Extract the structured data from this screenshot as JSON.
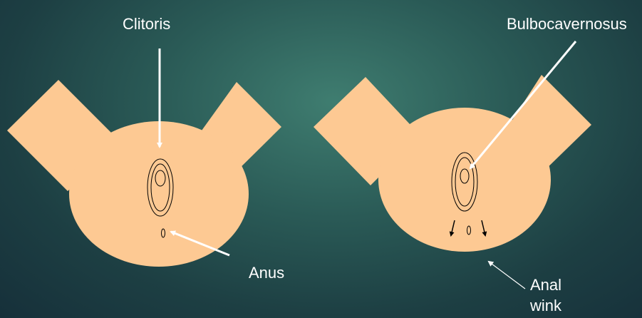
{
  "labels": {
    "clitoris": "Clitoris",
    "anus": "Anus",
    "bulbocavernosus": "Bulbocavernosus",
    "anal_wink_line1": "Anal",
    "anal_wink_line2": "wink"
  },
  "colors": {
    "skin": "#fdc993",
    "label_text": "#ffffff",
    "arrow": "#ffffff",
    "outline": "#000000"
  }
}
